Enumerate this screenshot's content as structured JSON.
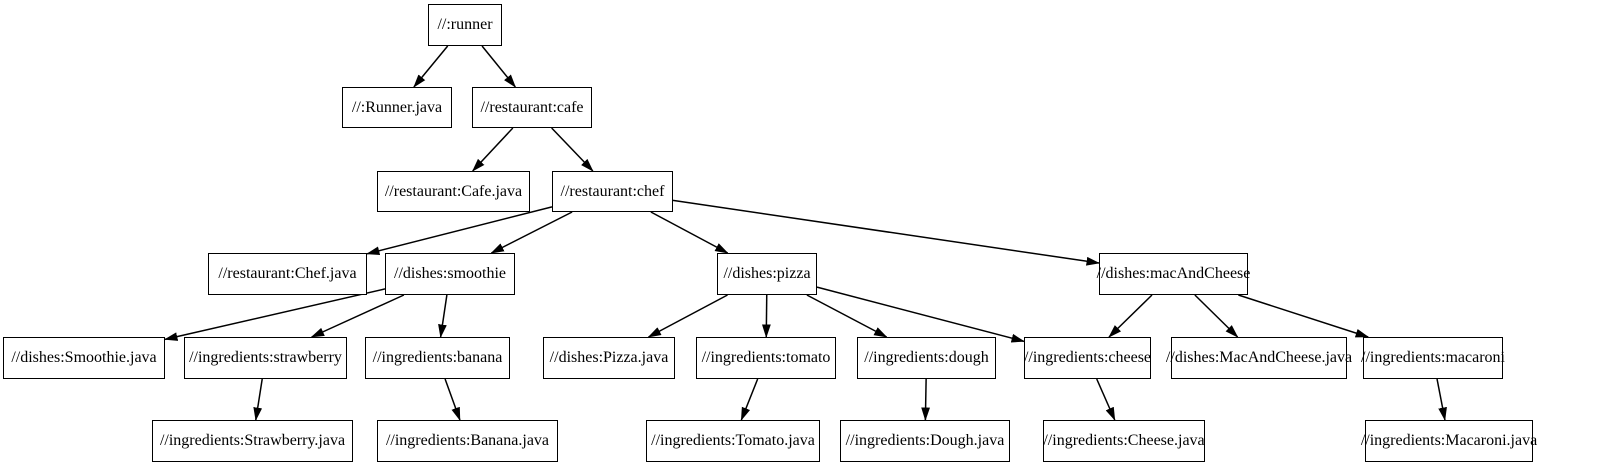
{
  "diagram": {
    "kind": "dependency-graph",
    "background_color": "#ffffff",
    "node_fill_color": "#ffffff",
    "node_border_color": "#000000",
    "edge_color": "#000000",
    "text_color": "#000000",
    "nodes": [
      {
        "id": "runner",
        "label": "//:runner"
      },
      {
        "id": "runner_java",
        "label": "//:Runner.java"
      },
      {
        "id": "cafe",
        "label": "//restaurant:cafe"
      },
      {
        "id": "cafe_java",
        "label": "//restaurant:Cafe.java"
      },
      {
        "id": "chef",
        "label": "//restaurant:chef"
      },
      {
        "id": "chef_java",
        "label": "//restaurant:Chef.java"
      },
      {
        "id": "smoothie",
        "label": "//dishes:smoothie"
      },
      {
        "id": "pizza",
        "label": "//dishes:pizza"
      },
      {
        "id": "mac_and_cheese",
        "label": "//dishes:macAndCheese"
      },
      {
        "id": "smoothie_java",
        "label": "//dishes:Smoothie.java"
      },
      {
        "id": "strawberry",
        "label": "//ingredients:strawberry"
      },
      {
        "id": "banana",
        "label": "//ingredients:banana"
      },
      {
        "id": "pizza_java",
        "label": "//dishes:Pizza.java"
      },
      {
        "id": "tomato",
        "label": "//ingredients:tomato"
      },
      {
        "id": "dough",
        "label": "//ingredients:dough"
      },
      {
        "id": "cheese",
        "label": "//ingredients:cheese"
      },
      {
        "id": "mac_and_cheese_java",
        "label": "//dishes:MacAndCheese.java"
      },
      {
        "id": "macaroni",
        "label": "//ingredients:macaroni"
      },
      {
        "id": "strawberry_java",
        "label": "//ingredients:Strawberry.java"
      },
      {
        "id": "banana_java",
        "label": "//ingredients:Banana.java"
      },
      {
        "id": "tomato_java",
        "label": "//ingredients:Tomato.java"
      },
      {
        "id": "dough_java",
        "label": "//ingredients:Dough.java"
      },
      {
        "id": "cheese_java",
        "label": "//ingredients:Cheese.java"
      },
      {
        "id": "macaroni_java",
        "label": "//ingredients:Macaroni.java"
      }
    ],
    "edges": [
      {
        "from": "runner",
        "to": "runner_java"
      },
      {
        "from": "runner",
        "to": "cafe"
      },
      {
        "from": "cafe",
        "to": "cafe_java"
      },
      {
        "from": "cafe",
        "to": "chef"
      },
      {
        "from": "chef",
        "to": "chef_java"
      },
      {
        "from": "chef",
        "to": "smoothie"
      },
      {
        "from": "chef",
        "to": "pizza"
      },
      {
        "from": "chef",
        "to": "mac_and_cheese"
      },
      {
        "from": "smoothie",
        "to": "smoothie_java"
      },
      {
        "from": "smoothie",
        "to": "strawberry"
      },
      {
        "from": "smoothie",
        "to": "banana"
      },
      {
        "from": "strawberry",
        "to": "strawberry_java"
      },
      {
        "from": "banana",
        "to": "banana_java"
      },
      {
        "from": "pizza",
        "to": "pizza_java"
      },
      {
        "from": "pizza",
        "to": "tomato"
      },
      {
        "from": "pizza",
        "to": "dough"
      },
      {
        "from": "pizza",
        "to": "cheese"
      },
      {
        "from": "tomato",
        "to": "tomato_java"
      },
      {
        "from": "dough",
        "to": "dough_java"
      },
      {
        "from": "cheese",
        "to": "cheese_java"
      },
      {
        "from": "mac_and_cheese",
        "to": "cheese"
      },
      {
        "from": "mac_and_cheese",
        "to": "mac_and_cheese_java"
      },
      {
        "from": "mac_and_cheese",
        "to": "macaroni"
      },
      {
        "from": "macaroni",
        "to": "macaroni_java"
      }
    ]
  }
}
